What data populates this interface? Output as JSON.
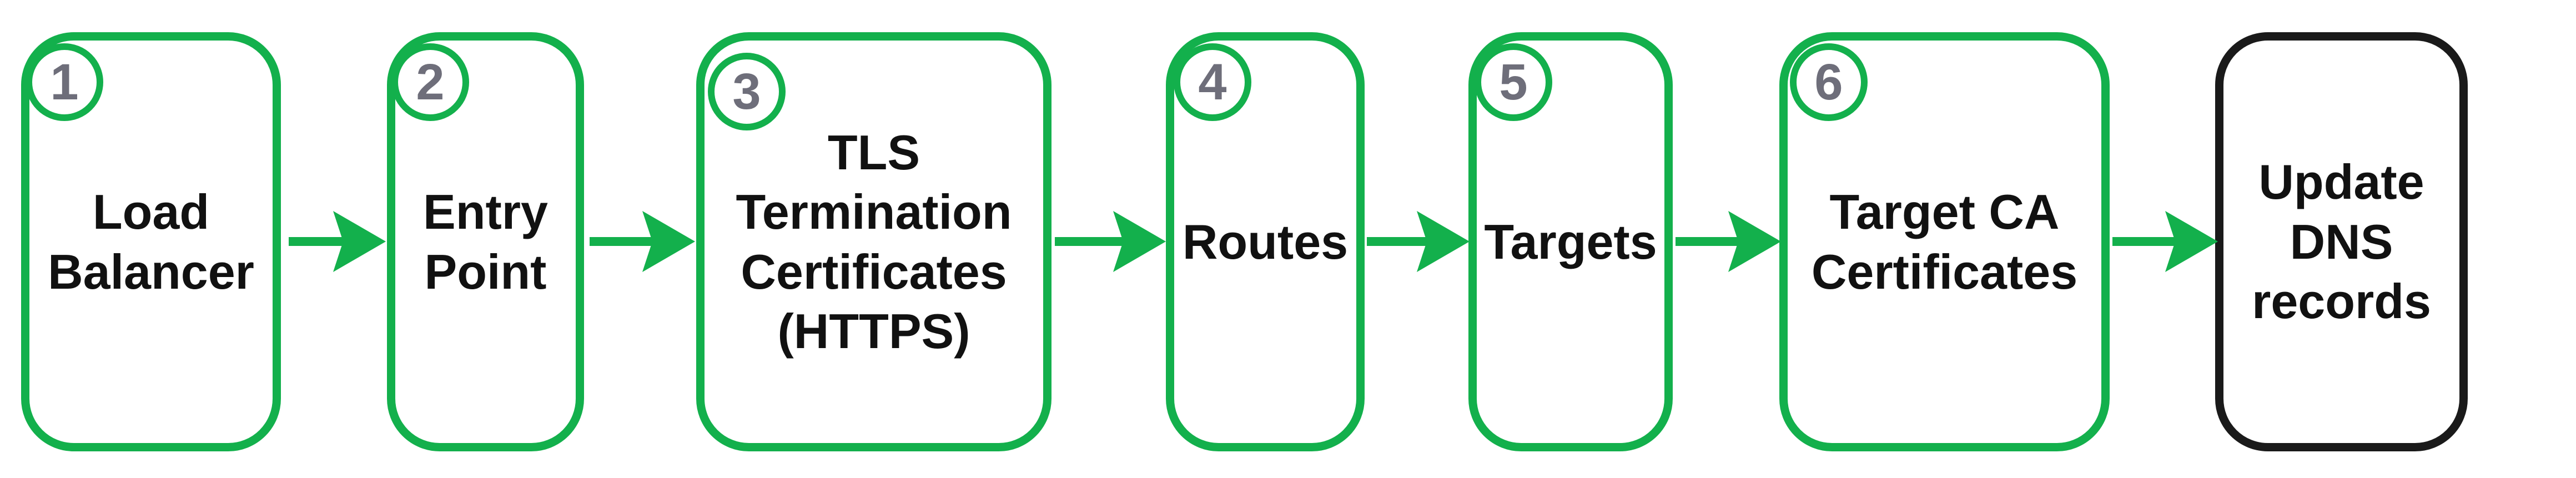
{
  "colors": {
    "accent": "#13b04c",
    "final_border": "#1a1a1a",
    "badge_text": "#6e6e7a",
    "label_text": "#111111"
  },
  "steps": [
    {
      "number": "1",
      "label": "Load\nBalancer"
    },
    {
      "number": "2",
      "label": "Entry\nPoint"
    },
    {
      "number": "3",
      "label": "TLS\nTermination\nCertificates\n(HTTPS)"
    },
    {
      "number": "4",
      "label": "Routes"
    },
    {
      "number": "5",
      "label": "Targets"
    },
    {
      "number": "6",
      "label": "Target CA\nCertificates"
    },
    {
      "number": "",
      "label": "Update\nDNS\nrecords"
    }
  ]
}
